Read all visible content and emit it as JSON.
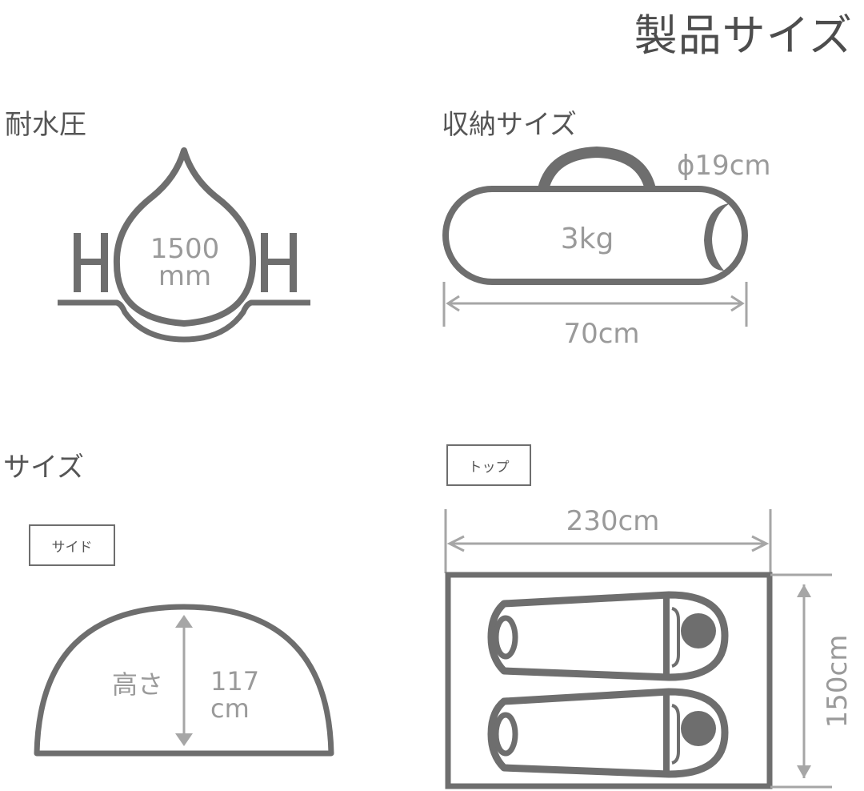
{
  "page": {
    "title": "製品サイズ"
  },
  "water_pressure": {
    "label": "耐水圧",
    "value": "1500",
    "unit": "mm",
    "icon_letter_left": "H",
    "icon_letter_right": "H"
  },
  "storage_size": {
    "label": "収納サイズ",
    "diameter": "ϕ19cm",
    "weight": "3kg",
    "length": "70cm"
  },
  "size": {
    "label": "サイズ",
    "side_view": {
      "label": "サイド",
      "height_label": "高さ",
      "height_value": "117",
      "height_unit": "cm"
    },
    "top_view": {
      "label": "トップ",
      "width": "230cm",
      "depth": "150cm"
    }
  },
  "colors": {
    "line_dark": "#6e6e6e",
    "dimension_light": "#a6a6a6",
    "text_dark": "#555555"
  }
}
